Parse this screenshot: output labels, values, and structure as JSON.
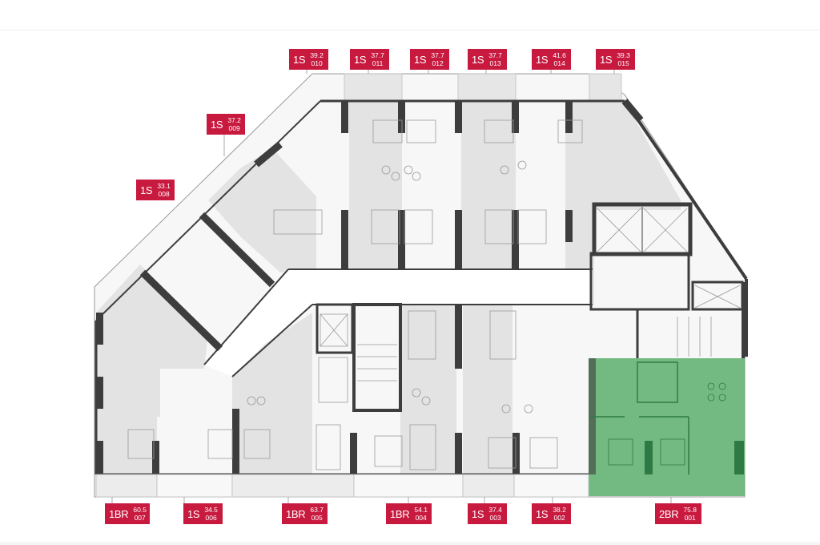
{
  "plan": {
    "highlight_color": "#5aaf6c",
    "label_color": "#c8193f",
    "wall_color": "#3d3d3d",
    "shade_color": "#e3e3e3",
    "selected_unit": "001"
  },
  "units_top": [
    {
      "type": "1S",
      "area": "39.2",
      "number": "010"
    },
    {
      "type": "1S",
      "area": "37.7",
      "number": "011"
    },
    {
      "type": "1S",
      "area": "37.7",
      "number": "012"
    },
    {
      "type": "1S",
      "area": "37.7",
      "number": "013"
    },
    {
      "type": "1S",
      "area": "41.6",
      "number": "014"
    },
    {
      "type": "1S",
      "area": "39.3",
      "number": "015"
    }
  ],
  "units_left": [
    {
      "type": "1S",
      "area": "37.2",
      "number": "009"
    },
    {
      "type": "1S",
      "area": "33.1",
      "number": "008"
    }
  ],
  "units_bottom": [
    {
      "type": "1BR",
      "area": "60.5",
      "number": "007"
    },
    {
      "type": "1S",
      "area": "34.5",
      "number": "006"
    },
    {
      "type": "1BR",
      "area": "63.7",
      "number": "005"
    },
    {
      "type": "1BR",
      "area": "54.1",
      "number": "004"
    },
    {
      "type": "1S",
      "area": "37.4",
      "number": "003"
    },
    {
      "type": "1S",
      "area": "38.2",
      "number": "002"
    },
    {
      "type": "2BR",
      "area": "75.8",
      "number": "001"
    }
  ]
}
